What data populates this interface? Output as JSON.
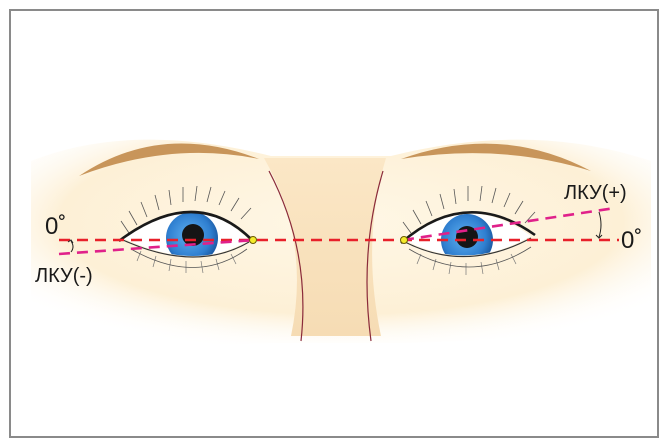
{
  "labels": {
    "left_zero": "0˚",
    "right_zero": "0˚",
    "left_angle": "ЛКУ(-)",
    "right_angle": "ЛКУ(+)"
  },
  "colors": {
    "zero_line": "#e8202a",
    "angle_line": "#e0218a",
    "iris": "#3a8bd8",
    "pupil": "#151515",
    "brow": "#c8955a",
    "skin": "#fdf1da",
    "nose": "#f9e2bd",
    "canthus_marker": "#f4ea2a"
  }
}
